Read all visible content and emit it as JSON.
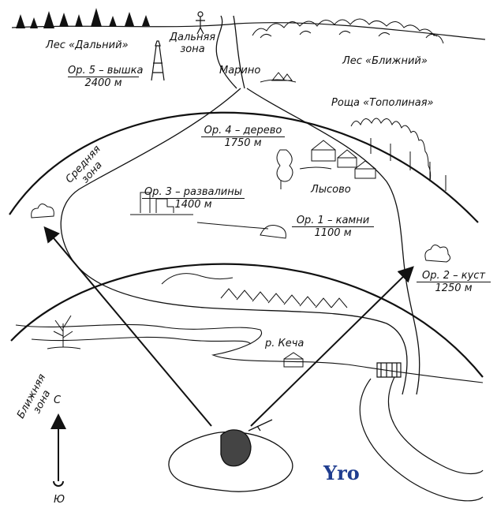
{
  "areas": {
    "far_forest": "Лес «Дальний»",
    "near_forest": "Лес «Ближний»",
    "grove": "Роща «Тополиная»",
    "far_zone_line1": "Дальняя",
    "far_zone_line2": "зона",
    "middle_zone_line1": "Средняя",
    "middle_zone_line2": "зона",
    "near_zone_line1": "Ближняя",
    "near_zone_line2": "зона"
  },
  "settlements": {
    "marino": "Марино",
    "lysovo": "Лысово"
  },
  "river": "р. Кеча",
  "landmarks": [
    {
      "name": "Ор. 5 – вышка",
      "distance": "2400 м"
    },
    {
      "name": "Ор. 4 – дерево",
      "distance": "1750 м"
    },
    {
      "name": "Ор. 3 – развалины",
      "distance": "1400 м"
    },
    {
      "name": "Ор. 1 – камни",
      "distance": "1100 м"
    },
    {
      "name": "Ор. 2 – куст",
      "distance": "1250 м"
    }
  ],
  "compass": {
    "north": "С",
    "south": "Ю"
  },
  "watermark": "Yro",
  "colors": {
    "ink": "#111111",
    "watermark": "#1f3d8f",
    "paper": "#ffffff"
  }
}
